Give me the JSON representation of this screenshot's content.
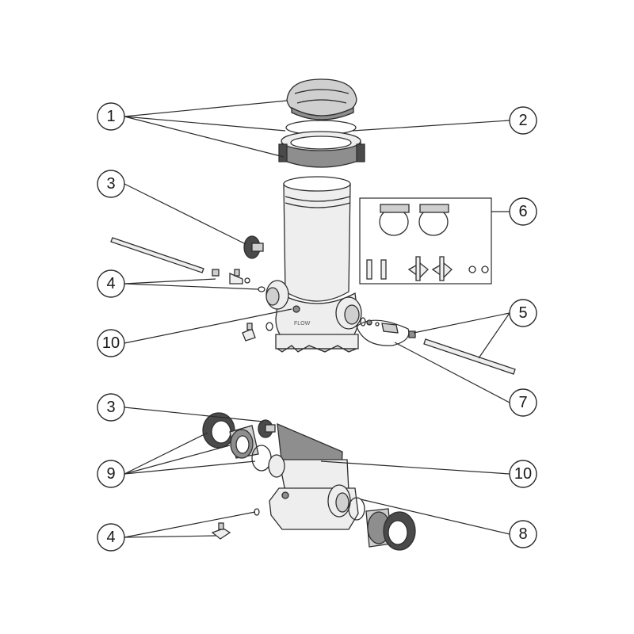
{
  "callouts": [
    {
      "id": "c1",
      "label": "1"
    },
    {
      "id": "c2",
      "label": "2"
    },
    {
      "id": "c3a",
      "label": "3"
    },
    {
      "id": "c4a",
      "label": "4"
    },
    {
      "id": "c5",
      "label": "5"
    },
    {
      "id": "c6",
      "label": "6"
    },
    {
      "id": "c7",
      "label": "7"
    },
    {
      "id": "c10a",
      "label": "10"
    },
    {
      "id": "c3b",
      "label": "3"
    },
    {
      "id": "c9",
      "label": "9"
    },
    {
      "id": "c10b",
      "label": "10"
    },
    {
      "id": "c4b",
      "label": "4"
    },
    {
      "id": "c8",
      "label": "8"
    }
  ],
  "embossed_text": {
    "flow": "FLOW"
  }
}
